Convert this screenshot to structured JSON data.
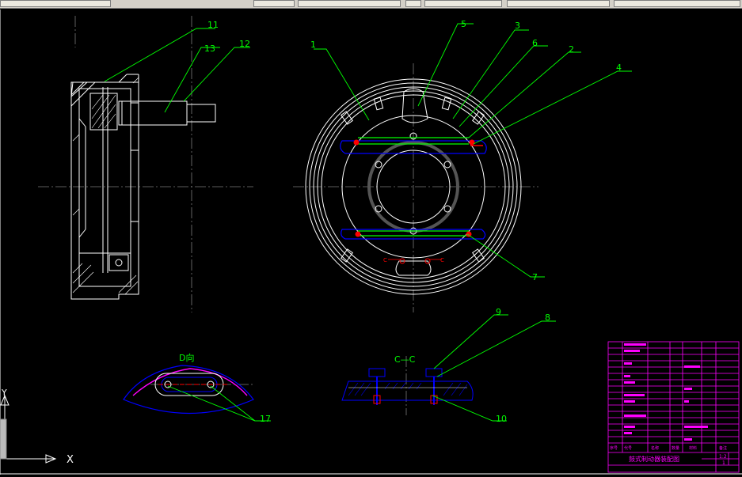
{
  "toolbar": {
    "visible_icons": [
      "drawing-tools",
      "layer-control",
      "properties"
    ]
  },
  "callouts": {
    "c1": "1",
    "c2": "2",
    "c3": "3",
    "c4": "4",
    "c5": "5",
    "c6": "6",
    "c7": "7",
    "c8": "8",
    "c9": "9",
    "c10": "10",
    "c11": "11",
    "c12": "12",
    "c13": "13",
    "c17": "17"
  },
  "view_labels": {
    "d_view": "D向",
    "section_cc": "C—C",
    "sec_c1": "C",
    "sec_c2": "C"
  },
  "ucs": {
    "x_axis": "X",
    "y_axis": "Y"
  },
  "title_block": {
    "title": "鼓式制动器装配图",
    "scale": "1:2",
    "sheet": "1",
    "header_cols": [
      "序号",
      "代号",
      "名称",
      "数量",
      "材料",
      "备注"
    ]
  },
  "colors": {
    "background": "#000000",
    "outline": "#ffffff",
    "leader": "#00ff00",
    "shoe_lines": "#0000ff",
    "springs": "#ff0000",
    "centerline": "#808080",
    "title_block": "#ff00ff"
  }
}
